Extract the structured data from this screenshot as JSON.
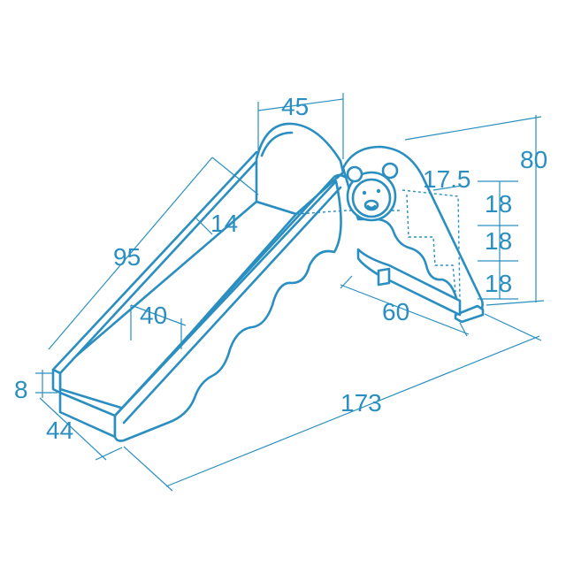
{
  "colors": {
    "line": "#2a8fc0",
    "background": "#ffffff"
  },
  "icons": {
    "bear_face": "bear-face-icon"
  },
  "dimensions": {
    "top_width": "45",
    "slide_length": "95",
    "inner_width_upper": "14",
    "inner_width_lower": "40",
    "side_height": "8",
    "base_width": "44",
    "total_length": "173",
    "step_top": "17.5",
    "step_1": "18",
    "step_2": "18",
    "step_3": "18",
    "total_height": "80",
    "ladder_depth": "60"
  }
}
